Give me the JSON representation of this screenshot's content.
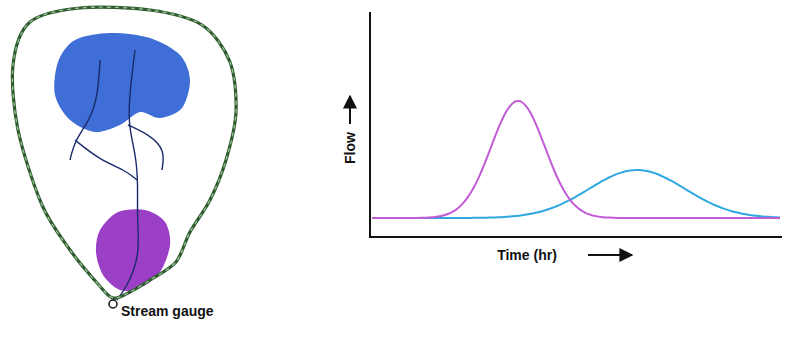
{
  "diagram": {
    "labels": [
      "Stream gauge",
      "Flow",
      "Time (hr)"
    ]
  }
}
